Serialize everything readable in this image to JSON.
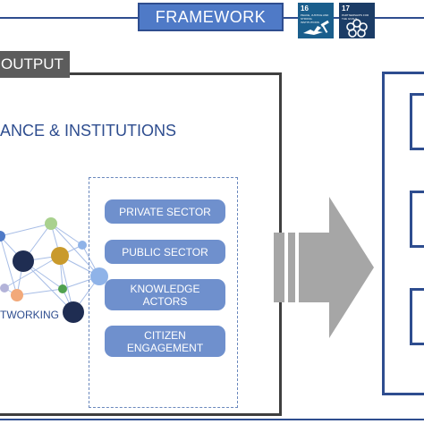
{
  "header": {
    "framework_label": "FRAMEWORK",
    "sdg_badges": [
      {
        "number": "16",
        "caption": "Peace, justice and strong institutions",
        "icon": "dove-gavel-icon"
      },
      {
        "number": "17",
        "caption": "Partnerships for the goals",
        "icon": "partnership-flower-icon"
      }
    ]
  },
  "output": {
    "tab_label": "OUTPUT",
    "section_title": "ANCE & INSTITUTIONS",
    "networking_label": "TWORKING",
    "actors": [
      "PRIVATE SECTOR",
      "PUBLIC SECTOR",
      "KNOWLEDGE ACTORS",
      "CITIZEN ENGAGEMENT"
    ]
  },
  "colors": {
    "accent_blue": "#4f7ac7",
    "dark_blue": "#2e4d8f",
    "pill_blue": "#6f90cd",
    "arrow_gray": "#a6a6a6",
    "tab_gray": "#5c5c5c",
    "sdg16": "#1a5e8c",
    "sdg17": "#1b3c66",
    "node_navy": "#1f2d52",
    "node_gold": "#c99a2c",
    "node_green": "#9bc46b",
    "node_peach": "#f2a97a",
    "node_light_blue": "#8fb3e8",
    "node_teal": "#4fa14f",
    "node_lavender": "#b3b3d9"
  }
}
